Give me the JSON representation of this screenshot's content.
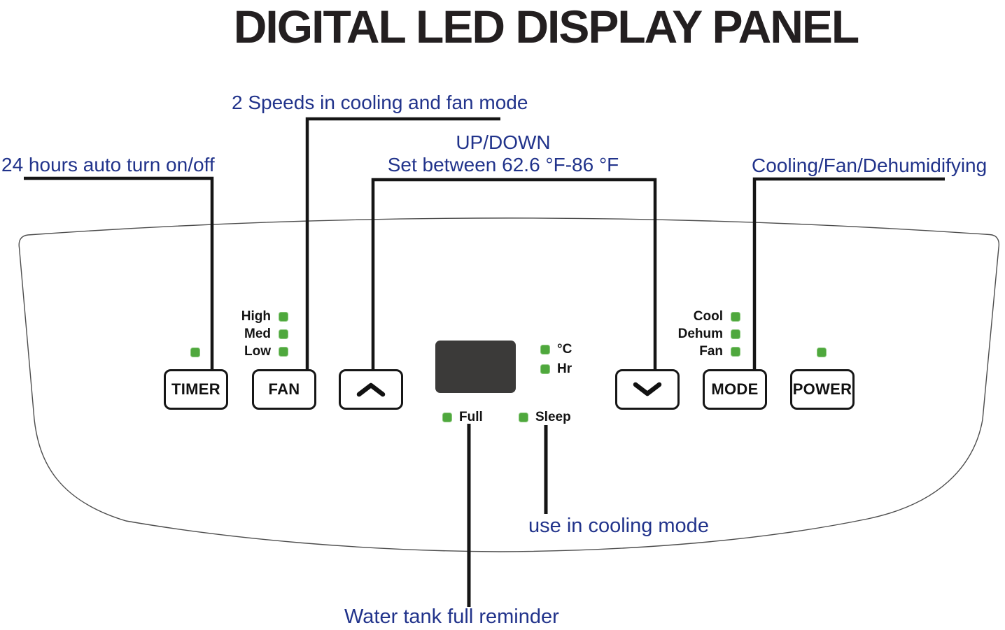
{
  "title": "DIGITAL LED DISPLAY PANEL",
  "colors": {
    "annotation_blue": "#21338b",
    "led_green": "#4fa83d",
    "display_dark": "#3b3a39",
    "line_black": "#151515",
    "panel_outline_gray": "#4d4d4d"
  },
  "callouts": {
    "fan_speeds": {
      "text": "2 Speeds in cooling and fan mode"
    },
    "setpoint": {
      "line1": "UP/DOWN",
      "line2": "Set between 62.6 °F-86 °F"
    },
    "timer": {
      "text": "24 hours auto turn on/off"
    },
    "mode": {
      "text": "Cooling/Fan/Dehumidifying"
    },
    "sleep": {
      "text": "use in cooling mode"
    },
    "tank": {
      "text": "Water tank full reminder"
    }
  },
  "panel": {
    "buttons": {
      "timer": {
        "label": "TIMER"
      },
      "fan": {
        "label": "FAN"
      },
      "up": {
        "icon": "chevron-up-icon"
      },
      "down": {
        "icon": "chevron-down-icon"
      },
      "mode": {
        "label": "MODE"
      },
      "power": {
        "label": "POWER"
      }
    },
    "indicators": {
      "fan_speed": [
        {
          "label": "High"
        },
        {
          "label": "Med"
        },
        {
          "label": "Low"
        }
      ],
      "mode": [
        {
          "label": "Cool"
        },
        {
          "label": "Dehum"
        },
        {
          "label": "Fan"
        }
      ],
      "units": [
        {
          "label": "°C"
        },
        {
          "label": "Hr"
        }
      ],
      "full": {
        "label": "Full"
      },
      "sleep": {
        "label": "Sleep"
      }
    }
  }
}
